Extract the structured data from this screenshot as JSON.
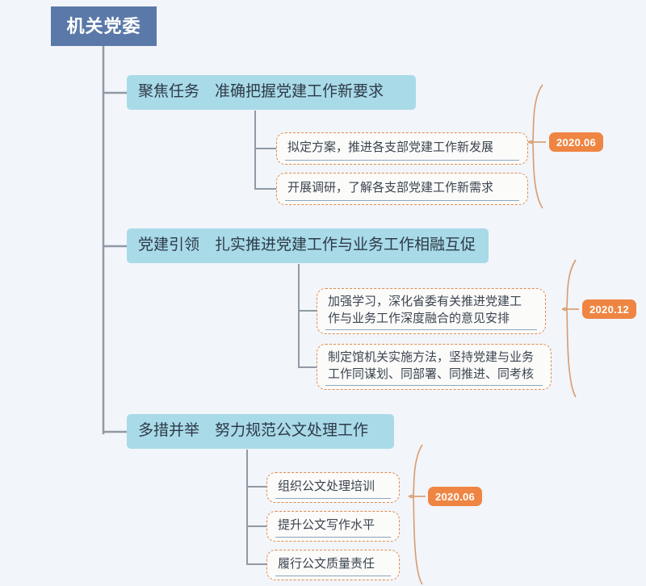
{
  "diagram": {
    "type": "mindmap",
    "background_color": "#f2f5fa",
    "root": {
      "label": "机关党委",
      "color": "#5b79a8",
      "text_color": "#ffffff"
    },
    "branch_color": "#a9dae8",
    "sub_item_border_color": "#e08a4e",
    "badge_color": "#ef8542",
    "connector_color": "#8f9aa5",
    "brace_color": "#d99b6c",
    "branches": [
      {
        "label": "聚焦任务　准确把握党建工作新要求",
        "date": "2020.06",
        "items": [
          {
            "text": "拟定方案，推进各支部党建工作新发展"
          },
          {
            "text": "开展调研，了解各支部党建工作新需求"
          }
        ]
      },
      {
        "label": "党建引领　扎实推进党建工作与业务工作相融互促",
        "date": "2020.12",
        "items": [
          {
            "text": "加强学习，深化省委有关推进党建工\n作与业务工作深度融合的意见安排"
          },
          {
            "text": "制定馆机关实施方法，坚持党建与业务\n工作同谋划、同部署、同推进、同考核"
          }
        ]
      },
      {
        "label": "多措并举　努力规范公文处理工作",
        "date": "2020.06",
        "items": [
          {
            "text": "组织公文处理培训"
          },
          {
            "text": "提升公文写作水平"
          },
          {
            "text": "履行公文质量责任"
          }
        ]
      }
    ]
  }
}
